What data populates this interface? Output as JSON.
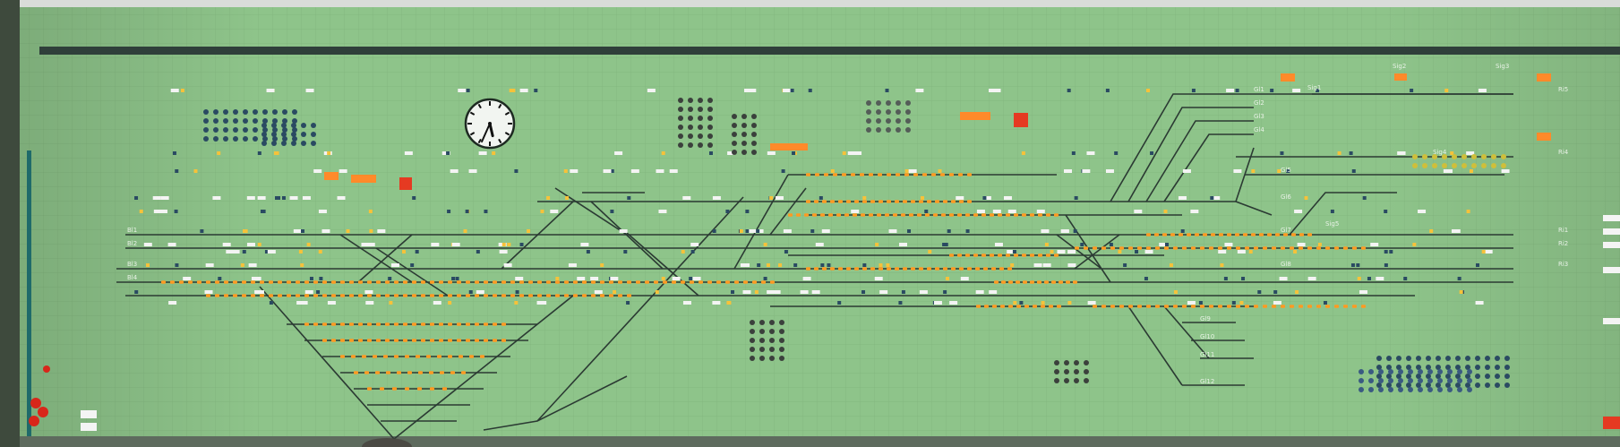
{
  "scene": {
    "subject": "railway-signal-box-track-diagram-panel",
    "panel_color": "#8ec48a",
    "grid_color": "#80b47c",
    "track_color": "#2b3a33",
    "occupied_lamp_color": "#ff9a22",
    "signal_red": "#e53a22",
    "lamp_white": "#f4f4f4",
    "frame_color": "#2f3f3a",
    "clock": {
      "hour": 5,
      "minute": 34
    }
  },
  "labels": {
    "station_tags": [
      "Gl1",
      "Gl2",
      "Gl3",
      "Gl4",
      "Gl5",
      "Gl6",
      "Gl7",
      "Gl8",
      "Gl9",
      "Gl10",
      "Gl11",
      "Gl12"
    ],
    "left_tags": [
      "Bl1",
      "Bl2",
      "Bl3",
      "Bl4"
    ],
    "right_tags": [
      "Ri1",
      "Ri2",
      "Ri3",
      "Ri4",
      "Ri5"
    ],
    "upper_right_tags": [
      "Sig1",
      "Sig2",
      "Sig3",
      "Sig4",
      "Sig5"
    ]
  }
}
